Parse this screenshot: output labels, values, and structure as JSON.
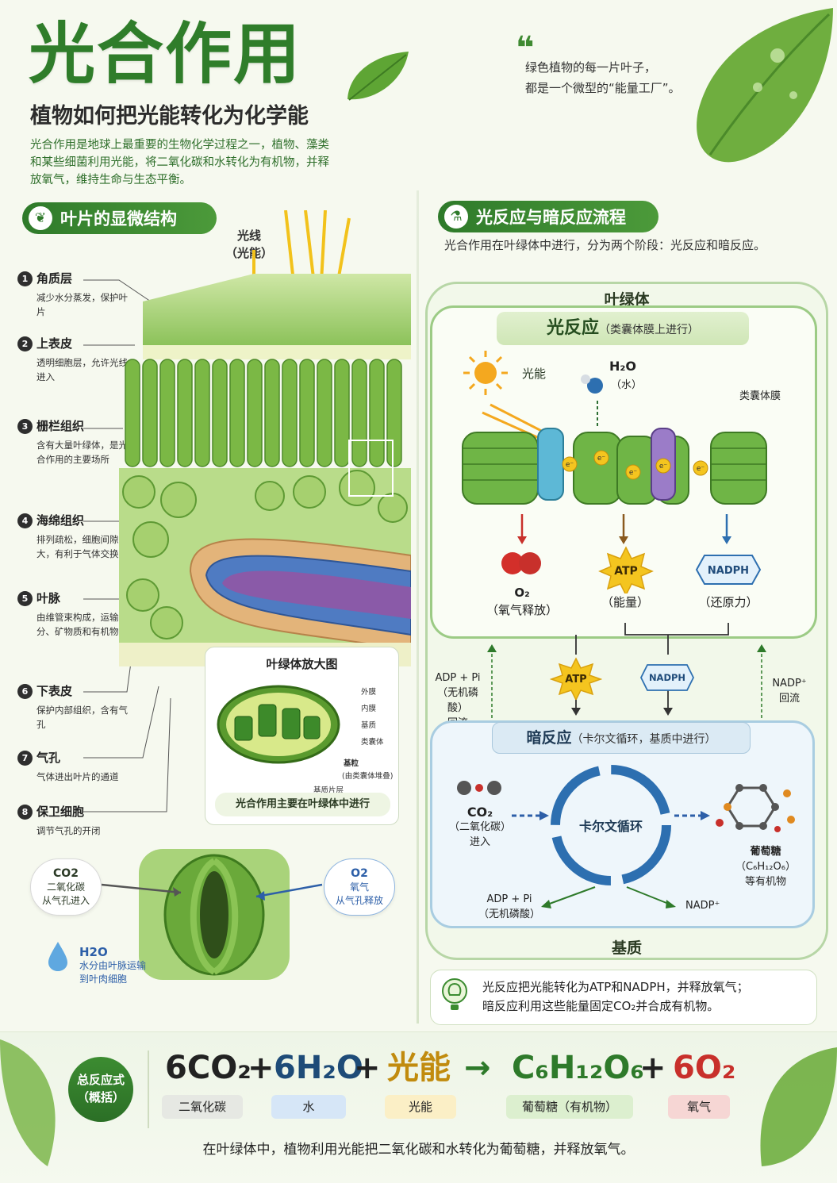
{
  "header": {
    "title": "光合作用",
    "subtitle": "植物如何把光能转化为化学能",
    "intro": "光合作用是地球上最重要的生物化学过程之一，植物、藻类和某些细菌利用光能，将二氧化碳和水转化为有机物，并释放氧气，维持生命与生态平衡。",
    "quote_line1": "绿色植物的每一片叶子，",
    "quote_line2": "都是一个微型的“能量工厂”。"
  },
  "left": {
    "section_title": "叶片的显微结构",
    "light_label_1": "光线",
    "light_label_2": "（光能）",
    "items": [
      {
        "num": "1",
        "name": "角质层",
        "desc": "减少水分蒸发，保护叶片"
      },
      {
        "num": "2",
        "name": "上表皮",
        "desc": "透明细胞层，允许光线进入"
      },
      {
        "num": "3",
        "name": "栅栏组织",
        "desc": "含有大量叶绿体，是光合作用的主要场所"
      },
      {
        "num": "4",
        "name": "海绵组织",
        "desc": "排列疏松，细胞间隙大，有利于气体交换"
      },
      {
        "num": "5",
        "name": "叶脉",
        "desc": "由维管束构成，运输水分、矿物质和有机物"
      },
      {
        "num": "6",
        "name": "下表皮",
        "desc": "保护内部组织，含有气孔"
      },
      {
        "num": "7",
        "name": "气孔",
        "desc": "气体进出叶片的通道"
      },
      {
        "num": "8",
        "name": "保卫细胞",
        "desc": "调节气孔的开闭"
      }
    ],
    "chloroplast": {
      "title": "叶绿体放大图",
      "labels": [
        "外膜",
        "内膜",
        "基质",
        "类囊体",
        "基粒",
        "(由类囊体堆叠)",
        "基质片层"
      ],
      "footer": "光合作用主要在叶绿体中进行"
    },
    "stoma": {
      "co2_title": "CO2",
      "co2_l1": "二氧化碳",
      "co2_l2": "从气孔进入",
      "o2_title": "O2",
      "o2_l1": "氧气",
      "o2_l2": "从气孔释放",
      "h2o_title": "H2O",
      "h2o_l1": "水分由叶脉运输",
      "h2o_l2": "到叶肉细胞"
    }
  },
  "right": {
    "section_title": "光反应与暗反应流程",
    "desc": "光合作用在叶绿体中进行，分为两个阶段：光反应和暗反应。",
    "chloroplast_label": "叶绿体",
    "light_reaction": {
      "title": "光反应",
      "note": "（类囊体膜上进行）",
      "light_energy": "光能",
      "water": "H₂O",
      "water_cn": "（水）",
      "membrane": "类囊体膜",
      "electron": "e⁻",
      "products": [
        {
          "name": "O₂",
          "desc": "（氧气释放）"
        },
        {
          "name": "ATP",
          "desc": "（能量）"
        },
        {
          "name": "NADPH",
          "desc": "（还原力）"
        }
      ]
    },
    "transfer": {
      "atp": "ATP",
      "nadph": "NADPH",
      "adp_back_1": "ADP + Pi",
      "adp_back_2": "（无机磷酸）",
      "adp_back_3": "回流",
      "nadp_back_1": "NADP⁺",
      "nadp_back_2": "回流"
    },
    "dark_reaction": {
      "title": "暗反应",
      "note": "（卡尔文循环，基质中进行）",
      "cycle": "卡尔文循环",
      "co2": "CO₂",
      "co2_l1": "（二氧化碳）",
      "co2_l2": "进入",
      "glucose_l1": "葡萄糖",
      "glucose_l2": "（C₆H₁₂O₆）",
      "glucose_l3": "等有机物",
      "adp_1": "ADP + Pi",
      "adp_2": "（无机磷酸）",
      "nadp": "NADP⁺"
    },
    "stroma_label": "基质",
    "tip_l1": "光反应把光能转化为ATP和NADPH，并释放氧气；",
    "tip_l2": "暗反应利用这些能量固定CO₂并合成有机物。"
  },
  "equation": {
    "badge_1": "总反应式",
    "badge_2": "（概括）",
    "terms": [
      "6CO₂",
      "+",
      "6H₂O",
      "+",
      "光能",
      "→",
      "C₆H₁₂O₆",
      "+",
      "6O₂"
    ],
    "tags": [
      "二氧化碳",
      "水",
      "光能",
      "葡萄糖（有机物）",
      "氧气"
    ],
    "caption": "在叶绿体中，植物利用光能把二氧化碳和水转化为葡萄糖，并释放氧气。"
  },
  "colors": {
    "brand_green": "#2f7d2a",
    "light_green": "#9ccb85",
    "dark_blue": "#a9cde1",
    "o2_red": "#c8302b",
    "atp_yellow": "#f4c51f"
  }
}
